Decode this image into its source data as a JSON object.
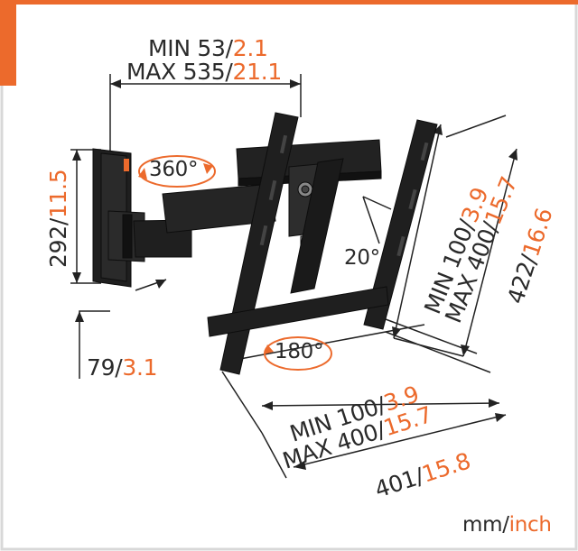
{
  "colors": {
    "accent": "#ec6a2c",
    "ink": "#2a2a2a",
    "frame": "#d6d6d6"
  },
  "top_span": {
    "min": {
      "label": "MIN",
      "mm": "53",
      "inch": "2.1"
    },
    "max": {
      "label": "MAX",
      "mm": "535",
      "inch": "21.1"
    }
  },
  "wall_plate_height": {
    "mm": "292",
    "inch": "11.5"
  },
  "wall_depth": {
    "mm": "79",
    "inch": "3.1"
  },
  "rotation": "360°",
  "swivel": "180°",
  "tilt": "20°",
  "vertical_holes": {
    "min": {
      "label": "MIN",
      "mm": "100",
      "inch": "3.9"
    },
    "max": {
      "label": "MAX",
      "mm": "400",
      "inch": "15.7"
    }
  },
  "horizontal_holes": {
    "min": {
      "label": "MIN",
      "mm": "100",
      "inch": "3.9"
    },
    "max": {
      "label": "MAX",
      "mm": "400",
      "inch": "15.7"
    }
  },
  "interface_height": {
    "mm": "422",
    "inch": "16.6"
  },
  "interface_width": {
    "mm": "401",
    "inch": "15.8"
  },
  "units": {
    "mm": "mm",
    "sep": "/",
    "inch": "inch"
  }
}
